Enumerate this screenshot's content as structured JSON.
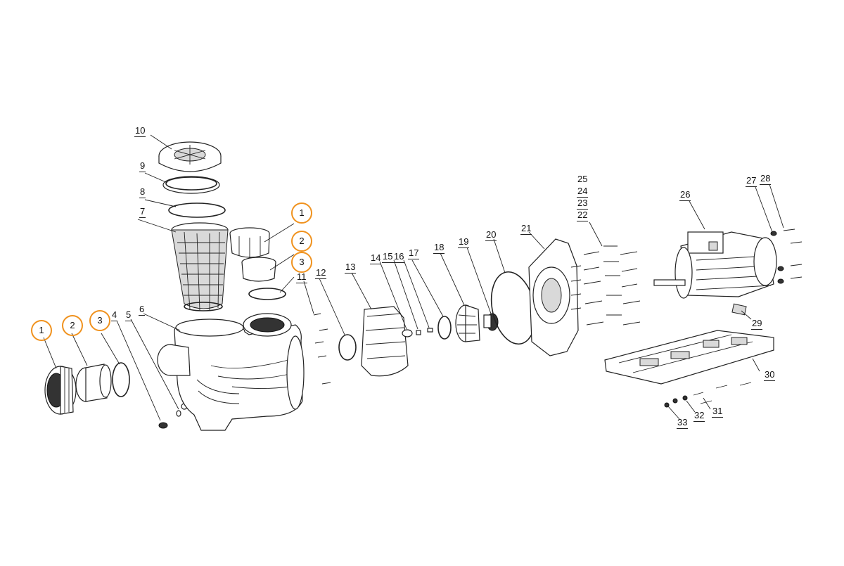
{
  "diagram": {
    "labels": [
      {
        "id": "1-left",
        "text": "1",
        "highlight": true
      },
      {
        "id": "2-left",
        "text": "2",
        "highlight": true
      },
      {
        "id": "3-left",
        "text": "3",
        "highlight": true
      },
      {
        "id": "4",
        "text": "4",
        "highlight": false
      },
      {
        "id": "5",
        "text": "5",
        "highlight": false
      },
      {
        "id": "6",
        "text": "6",
        "highlight": false
      },
      {
        "id": "7",
        "text": "7",
        "highlight": false
      },
      {
        "id": "8",
        "text": "8",
        "highlight": false
      },
      {
        "id": "9",
        "text": "9",
        "highlight": false
      },
      {
        "id": "10",
        "text": "10",
        "highlight": false
      },
      {
        "id": "1-top",
        "text": "1",
        "highlight": true
      },
      {
        "id": "2-top",
        "text": "2",
        "highlight": true
      },
      {
        "id": "3-top",
        "text": "3",
        "highlight": true
      },
      {
        "id": "11",
        "text": "11",
        "highlight": false
      },
      {
        "id": "12",
        "text": "12",
        "highlight": false
      },
      {
        "id": "13",
        "text": "13",
        "highlight": false
      },
      {
        "id": "14",
        "text": "14",
        "highlight": false
      },
      {
        "id": "15",
        "text": "15",
        "highlight": false
      },
      {
        "id": "16",
        "text": "16",
        "highlight": false
      },
      {
        "id": "17",
        "text": "17",
        "highlight": false
      },
      {
        "id": "18",
        "text": "18",
        "highlight": false
      },
      {
        "id": "19",
        "text": "19",
        "highlight": false
      },
      {
        "id": "20",
        "text": "20",
        "highlight": false
      },
      {
        "id": "21",
        "text": "21",
        "highlight": false
      },
      {
        "id": "22",
        "text": "22",
        "highlight": false
      },
      {
        "id": "23",
        "text": "23",
        "highlight": false
      },
      {
        "id": "24",
        "text": "24",
        "highlight": false
      },
      {
        "id": "25",
        "text": "25",
        "highlight": false
      },
      {
        "id": "26",
        "text": "26",
        "highlight": false
      },
      {
        "id": "27",
        "text": "27",
        "highlight": false
      },
      {
        "id": "28",
        "text": "28",
        "highlight": false
      },
      {
        "id": "29",
        "text": "29",
        "highlight": false
      },
      {
        "id": "30",
        "text": "30",
        "highlight": false
      },
      {
        "id": "31",
        "text": "31",
        "highlight": false
      },
      {
        "id": "32",
        "text": "32",
        "highlight": false
      },
      {
        "id": "33",
        "text": "33",
        "highlight": false
      }
    ],
    "highlight_color": "#f0921e",
    "line_color": "#222222"
  }
}
